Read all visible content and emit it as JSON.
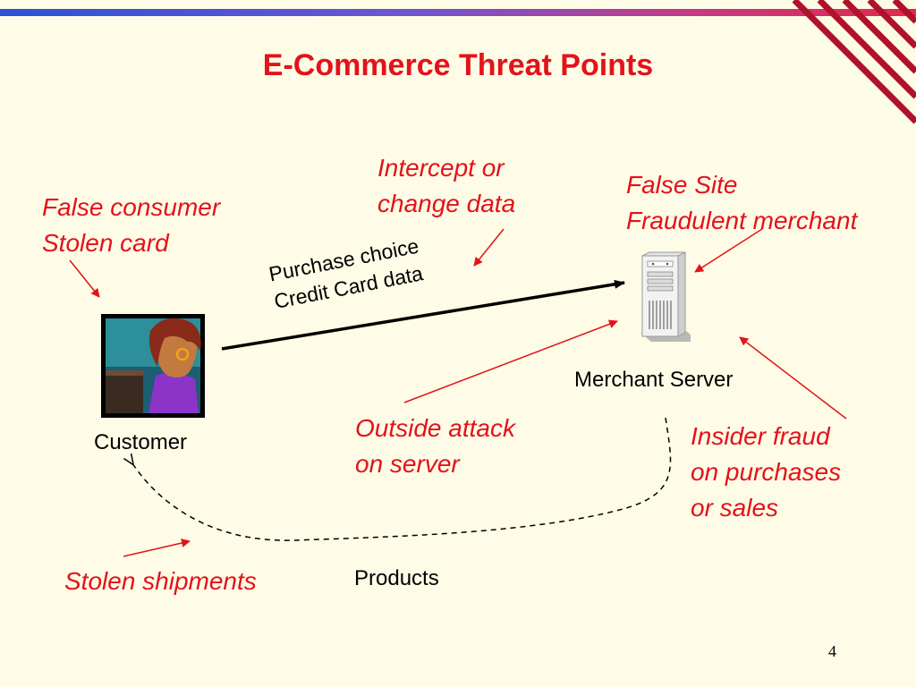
{
  "title": "E-Commerce Threat Points",
  "threats": {
    "false_consumer": "False consumer\nStolen card",
    "intercept": "Intercept or\nchange data",
    "false_site": "False Site\nFraudulent merchant",
    "outside_attack": "Outside attack\non server",
    "insider_fraud": "Insider fraud\non purchases\nor sales",
    "stolen_shipments": "Stolen shipments"
  },
  "nodes": {
    "customer": "Customer",
    "merchant_server": "Merchant Server",
    "products": "Products"
  },
  "flow_label": "Purchase choice\nCredit Card data",
  "page_number": "4",
  "colors": {
    "accent_red": "#e3121b",
    "background": "#fefce6",
    "stripe_dark_red": "#b0122a"
  }
}
